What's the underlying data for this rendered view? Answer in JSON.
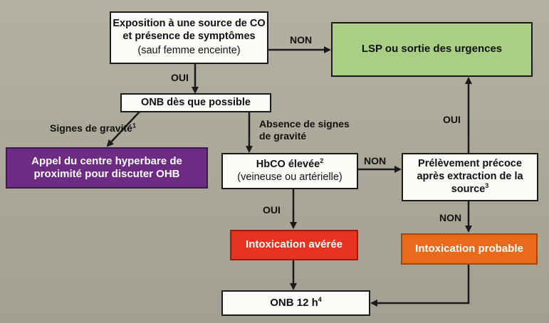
{
  "nodes": {
    "exposure": {
      "line1": "Exposition à une source de CO",
      "line2": "et présence de symptômes",
      "line3": "(sauf femme enceinte)"
    },
    "lsp": {
      "text": "LSP ou sortie des urgences"
    },
    "onb_possible": {
      "text": "ONB dès que possible"
    },
    "hyperbare": {
      "line1": "Appel du centre hyperbare de",
      "line2": "proximité pour discuter OHB"
    },
    "hbco": {
      "line1": "HbCO élevée",
      "sup": "2",
      "line2a": "(veineuse ",
      "line2b": "ou",
      "line2c": " artérielle)"
    },
    "prelevement": {
      "line1": "Prélèvement précoce",
      "line2": "après extraction de la",
      "line3": "source",
      "sup": "3"
    },
    "averee": {
      "text": "Intoxication avérée"
    },
    "probable": {
      "text": "Intoxication probable"
    },
    "onb12": {
      "text": "ONB 12 h",
      "sup": "4"
    }
  },
  "edges": {
    "non_top": "NON",
    "oui_top": "OUI",
    "signes_gravite": "Signes de gravité",
    "signes_gravite_sup": "1",
    "absence_line1": "Absence de signes",
    "absence_line2": "de gravité",
    "non_mid": "NON",
    "oui_mid": "OUI",
    "oui_right": "OUI",
    "non_right": "NON"
  },
  "colors": {
    "green": "#a9cf84",
    "purple": "#6d2b84",
    "red": "#e6331f",
    "orange": "#ea6a1c"
  }
}
